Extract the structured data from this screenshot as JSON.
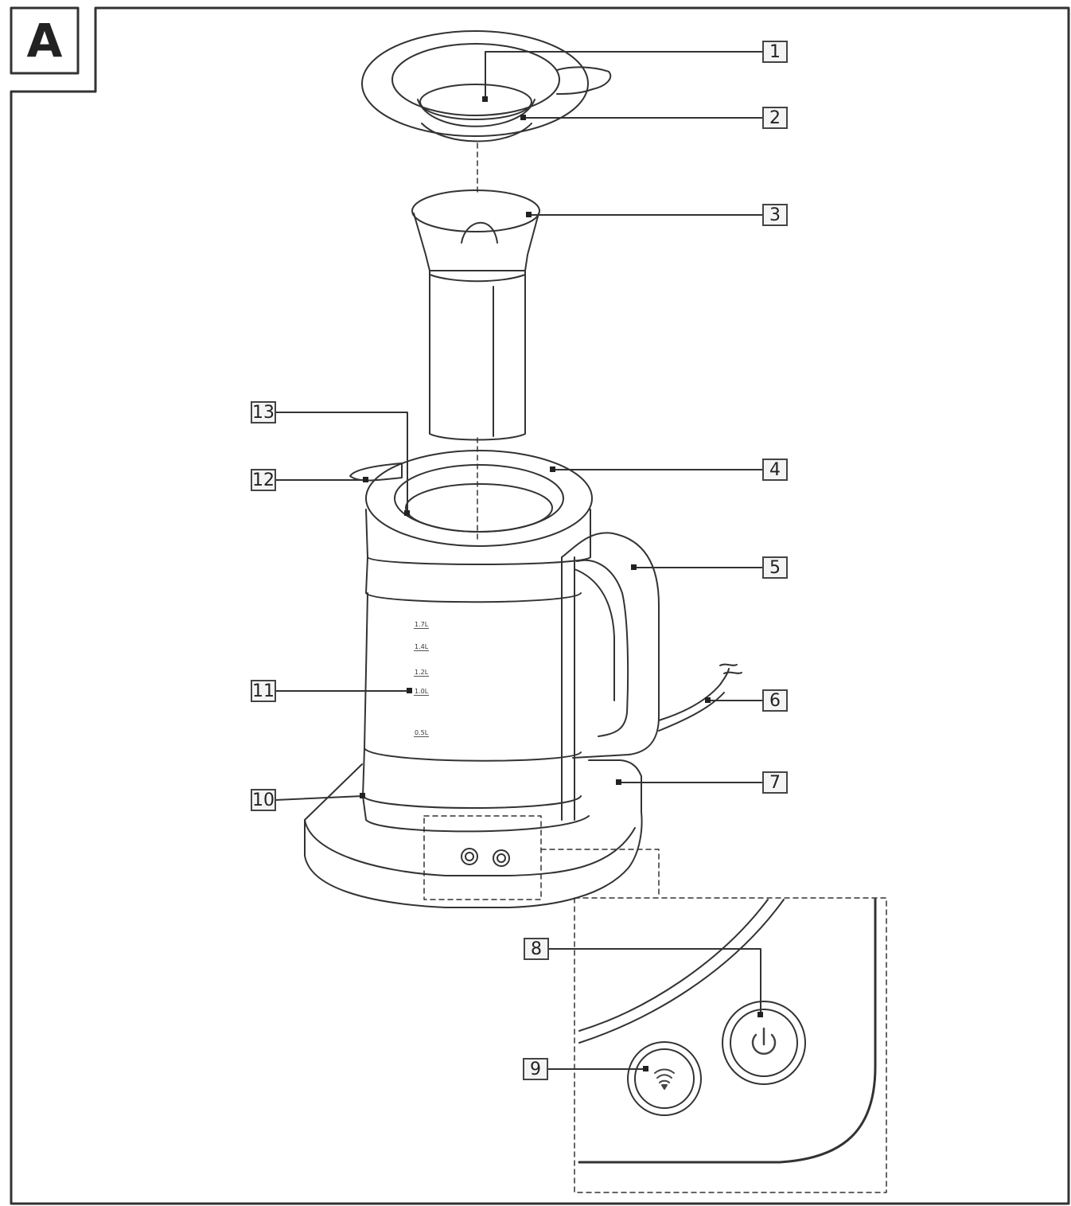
{
  "panel_letter": "A",
  "callouts": [
    {
      "id": "c1",
      "label": "1"
    },
    {
      "id": "c2",
      "label": "2"
    },
    {
      "id": "c3",
      "label": "3"
    },
    {
      "id": "c4",
      "label": "4"
    },
    {
      "id": "c5",
      "label": "5"
    },
    {
      "id": "c6",
      "label": "6"
    },
    {
      "id": "c7",
      "label": "7"
    },
    {
      "id": "c8",
      "label": "8"
    },
    {
      "id": "c9",
      "label": "9"
    },
    {
      "id": "c10",
      "label": "10"
    },
    {
      "id": "c11",
      "label": "11"
    },
    {
      "id": "c12",
      "label": "12"
    },
    {
      "id": "c13",
      "label": "13"
    }
  ],
  "water_scale": [
    "1.7L",
    "1.4L",
    "1.2L",
    "1.0L",
    "0.5L"
  ],
  "icons": [
    "power-icon",
    "wifi-icon"
  ]
}
